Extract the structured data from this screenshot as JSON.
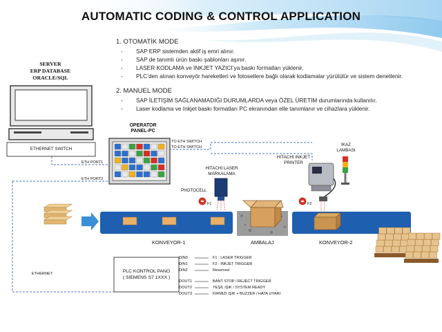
{
  "title": "AUTOMATIC CODING & CONTROL APPLICATION",
  "modes": [
    {
      "heading": "1.     OTOMATİK MODE",
      "items": [
        "SAP ERP sistemden aktif iş emri alınır.",
        "SAP de tanımlı ürün baskı şablonları aşınır.",
        "LASER KODLAMA ve INKJET YAZICI’ya baskı formatları yüklenir.",
        "PLC’den alınan konveyör hareketleri ve fotosellere bağlı olarak kodlamalar yürütülür ve sistem denetlenir."
      ]
    },
    {
      "heading": "2.     MANUEL MODE",
      "items": [
        "SAP İLETİŞİM SAĞLANAMADIĞI DURUMLARDA veya ÖZEL ÜRETİM durumlarında  kullanılır.",
        "Laser kodlama ve Inkjet baskı formatları PC ekranından elle tanımlanır ve cihazlara yüklenir."
      ]
    }
  ],
  "diagram": {
    "server_label": [
      "SERVER",
      "ERP DATABASE",
      "ORACLE/SQL"
    ],
    "ethernet_switch": "ETHERNET SWITCH",
    "operator_panel": [
      "OPERATOR",
      "PANEL-PC"
    ],
    "eth_port1": "ETH PORT1",
    "eth_port2": "ETH PORT2",
    "to_eth_switch_1": "TO ETH SWITCH",
    "to_eth_switch_2": "TO ETH SWITCH",
    "hitachi_laser": [
      "HITACHI LASER",
      "MARKALAMA"
    ],
    "hitachi_inkjet": [
      "HITACHI INKJET",
      "PRINTER"
    ],
    "ikaz": [
      "İKAZ",
      "LAMBASI"
    ],
    "photocell": "PHOTOCELL",
    "f1": "F1",
    "f2": "F2",
    "conveyor1": "KONVEYOR-1",
    "ambalaj": "AMBALAJ",
    "conveyor2": "KONVEYOR-2",
    "ethernet": "ETHERNET",
    "plc": [
      "PLC KONTROL PANO",
      "( SIEMENS S7 1XXX )"
    ],
    "io": [
      {
        "pin": "DIN0",
        "text": "F1 : LASER TRIGGER"
      },
      {
        "pin": "DIN1",
        "text": "F2 : INKJET TRIGGER"
      },
      {
        "pin": "DIN2",
        "text": "Reserved"
      },
      {
        "pin": "DOUT1",
        "text": "BANT STOP / REJECT TRIGGER"
      },
      {
        "pin": "DOUT2",
        "text": "YEŞİL IŞIK / SYSTEM READY"
      },
      {
        "pin": "DOUT3",
        "text": "KIRMIZI IŞIK + BUZZER / HATA UYARI"
      }
    ]
  },
  "colors": {
    "conveyor_blue": "#1f5fb0",
    "arrow_blue": "#3b8fd6",
    "dashed_line": "#4a6fc9",
    "box_tan": "#d9a866",
    "photocell_red": "#e0392b",
    "banner_blue": "#7ec3ea"
  },
  "icons": [
    "computer-icon",
    "panel-pc-icon",
    "laser-head-icon",
    "inkjet-printer-icon",
    "warning-lamp-icon",
    "open-box-icon",
    "pallet-icon"
  ]
}
